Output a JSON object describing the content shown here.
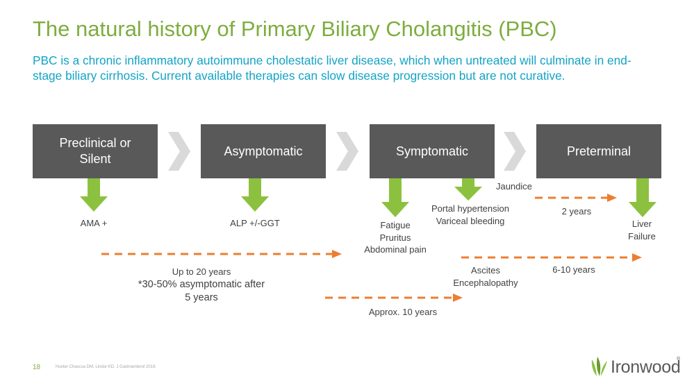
{
  "title": "The natural history of Primary Biliary Cholangitis (PBC)",
  "subtitle": "PBC is a chronic inflammatory autoimmune cholestatic liver disease, which when untreated will culminate in end-stage biliary cirrhosis.  Current available therapies can slow disease progression but are not curative.",
  "stages": [
    {
      "label": "Preclinical or Silent"
    },
    {
      "label": "Asymptomatic"
    },
    {
      "label": "Symptomatic"
    },
    {
      "label": "Preterminal"
    }
  ],
  "labels": {
    "ama": "AMA +",
    "alp": "ALP +/-GGT",
    "fatigue": "Fatigue",
    "pruritus": "Pruritus",
    "abdominal_pain": "Abdominal pain",
    "portal_hypertension": "Portal hypertension",
    "variceal_bleeding": "Variceal bleeding",
    "jaundice": "Jaundice",
    "liver": "Liver",
    "failure": "Failure",
    "ascites": "Ascites",
    "encephalopathy": "Encephalopathy"
  },
  "durations": {
    "up_to_20": "Up to 20 years",
    "asymptomatic_pct_line1": "*30-50% asymptomatic after",
    "asymptomatic_pct_line2": "5 years",
    "approx_10": "Approx. 10 years",
    "two_years": "2 years",
    "six_ten": "6-10 years"
  },
  "footer": {
    "page_number": "18",
    "reference": "Hunter Chascsa DM, Lindor KD. J Gastroenterol 2019."
  },
  "logo": {
    "text": "Ironwood",
    "reg": "®"
  },
  "colors": {
    "title": "#7dad3f",
    "subtitle": "#13a3c5",
    "stage_box": "#595959",
    "chevron": "#d9d9d9",
    "down_arrow": "#8cc13f",
    "dashed_arrow": "#ed7d31"
  }
}
